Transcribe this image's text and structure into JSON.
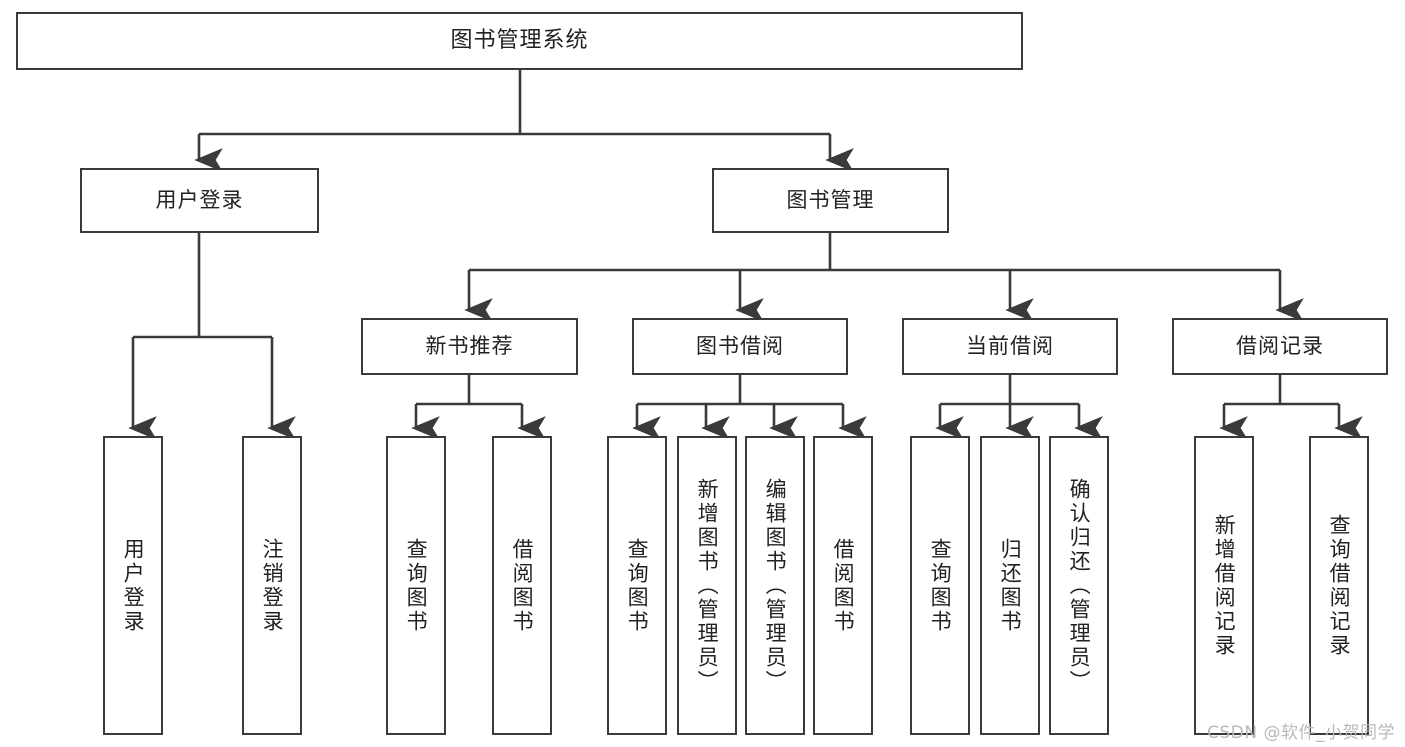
{
  "diagram": {
    "type": "tree-hierarchy-chart",
    "title": "图书管理系统",
    "line_color": "#3a3a3a",
    "box_fill": "#ffffff",
    "text_color": "#222222",
    "nodes": {
      "root": {
        "label": "图书管理系统"
      },
      "level2": [
        {
          "label": "用户登录"
        },
        {
          "label": "图书管理"
        }
      ],
      "level3": [
        {
          "label": "新书推荐"
        },
        {
          "label": "图书借阅"
        },
        {
          "label": "当前借阅"
        },
        {
          "label": "借阅记录"
        }
      ],
      "leaves_user_login": [
        {
          "label": "用户登录"
        },
        {
          "label": "注销登录"
        }
      ],
      "leaves_new_book": [
        {
          "label": "查询图书"
        },
        {
          "label": "借阅图书"
        }
      ],
      "leaves_borrow": [
        {
          "label": "查询图书"
        },
        {
          "label": "新增图书（管理员）"
        },
        {
          "label": "编辑图书（管理员）"
        },
        {
          "label": "借阅图书"
        }
      ],
      "leaves_current": [
        {
          "label": "查询图书"
        },
        {
          "label": "归还图书"
        },
        {
          "label": "确认归还（管理员）"
        }
      ],
      "leaves_record": [
        {
          "label": "新增借阅记录"
        },
        {
          "label": "查询借阅记录"
        }
      ]
    }
  },
  "watermark": {
    "text": "CSDN @软件_小贺同学",
    "color": "#b9b9b9"
  }
}
